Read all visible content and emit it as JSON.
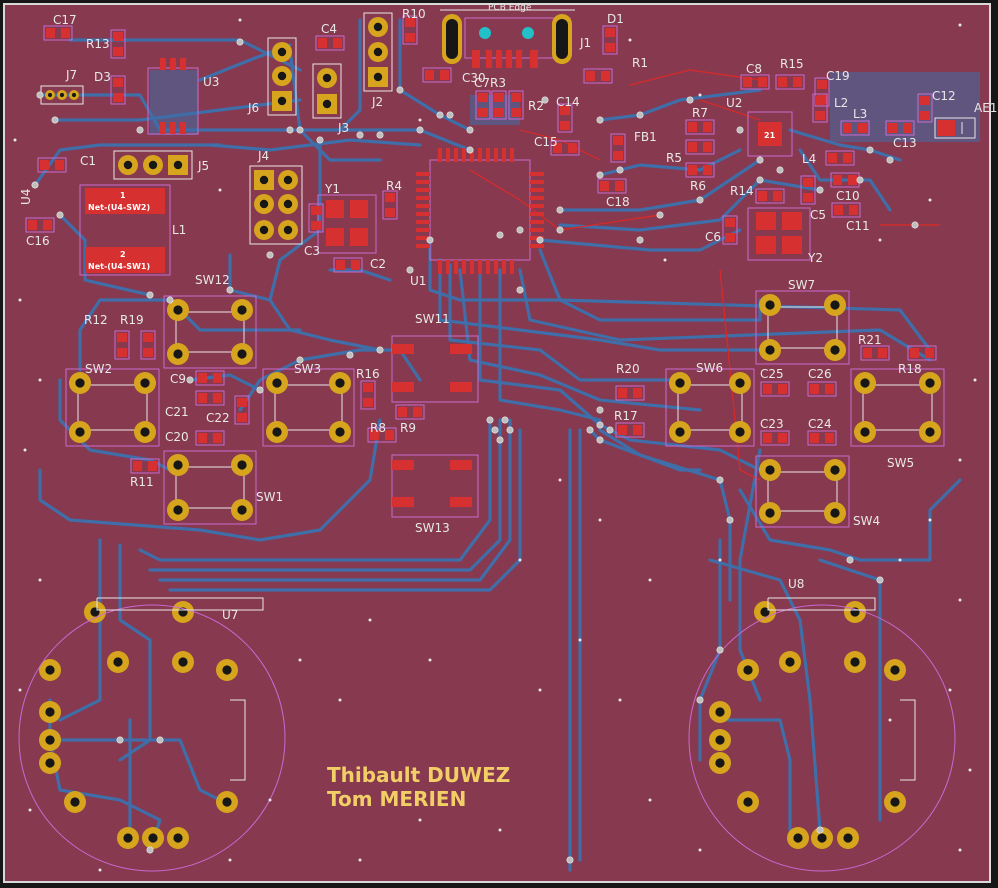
{
  "board": {
    "edge_label": "PCB Edge",
    "signature": [
      "Thibault DUWEZ",
      "Tom MERIEN"
    ],
    "colors": {
      "background": "#171717",
      "board": "#86394f",
      "outline": "#d9d9d9",
      "trace_back": "#3f6ea8",
      "trace_front": "#d12c2c",
      "pad_copper": "#d63030",
      "pad_gold": "#d6a51d",
      "silk": "#e8e8e8",
      "courtyard": "#c96ad1",
      "silk_text": "#f2ce66"
    }
  },
  "net_labels": {
    "l1_top": "Net-(U4-SW2)",
    "l1_bottom": "Net-(U4-SW1)",
    "l1_pin1": "1",
    "l1_pin2": "2"
  },
  "ic_labels": {
    "u2_pin": "21"
  },
  "refs": {
    "C17": "C17",
    "R13": "R13",
    "D3": "D3",
    "U3": "U3",
    "J7": "J7",
    "J6": "J6",
    "C4": "C4",
    "J2": "J2",
    "R10": "R10",
    "J3": "J3",
    "C30": "C30",
    "C7R3": "C7R3",
    "R2": "R2",
    "J1": "J1",
    "D1": "D1",
    "R1": "R1",
    "C8": "C8",
    "R15": "R15",
    "C19": "C19",
    "C12": "C12",
    "AE1": "AE1",
    "L2": "L2",
    "L3": "L3",
    "C13": "C13",
    "U2": "U2",
    "C14": "C14",
    "FB1": "FB1",
    "R7": "R7",
    "R5": "R5",
    "R6": "R6",
    "C15": "C15",
    "C18": "C18",
    "R14": "R14",
    "C5": "C5",
    "C10": "C10",
    "C11": "C11",
    "C6": "C6",
    "Y2": "Y2",
    "L4": "L4",
    "C1": "C1",
    "U4": "U4",
    "C16": "C16",
    "L1": "L1",
    "J5": "J5",
    "J4": "J4",
    "C3": "C3",
    "Y1": "Y1",
    "R4": "R4",
    "C2": "C2",
    "U1": "U1",
    "SW12": "SW12",
    "R12": "R12",
    "R19": "R19",
    "SW2": "SW2",
    "C9": "C9",
    "C21": "C21",
    "C22": "C22",
    "C20": "C20",
    "SW3": "SW3",
    "R16": "R16",
    "SW11": "SW11",
    "R8": "R8",
    "R9": "R9",
    "R11": "R11",
    "SW1": "SW1",
    "SW13": "SW13",
    "R20": "R20",
    "R17": "R17",
    "SW6": "SW6",
    "SW7": "SW7",
    "R21": "R21",
    "R18": "R18",
    "C25": "C25",
    "C26": "C26",
    "C23": "C23",
    "C24": "C24",
    "SW5": "SW5",
    "SW4": "SW4",
    "U7": "U7",
    "U8": "U8"
  }
}
